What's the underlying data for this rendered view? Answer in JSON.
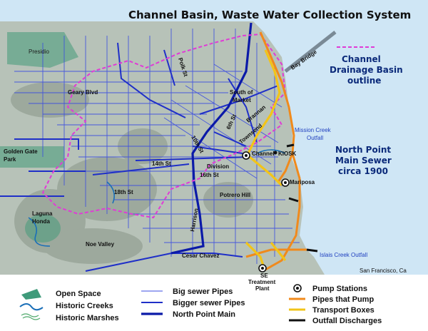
{
  "title": "Channel Basin, Waste Water Collection System",
  "colors": {
    "bay": "#cfe6f5",
    "land": "#b9c4b9",
    "hills": "#8f9a8f",
    "big_pipe": "#3b4de0",
    "bigger_pipe": "#2233cc",
    "north_point_main": "#0b1aa8",
    "pipes_that_pump": "#f08a1c",
    "transport_boxes": "#f2c418",
    "outfall": "#111111",
    "basin_outline": "#e03bd6",
    "open_space": "#3f9a7a",
    "creek": "#1a6fb8"
  },
  "legend": {
    "open_space": "Open Space",
    "historic_creeks": "Historic Creeks",
    "historic_marshes": "Historic Marshes",
    "big_sewer_pipes": "Big sewer Pipes",
    "bigger_sewer_pipes": "Bigger sewer Pipes",
    "north_point_main": "North Point Main",
    "pump_stations": "Pump Stations",
    "pipes_that_pump": "Pipes that Pump",
    "transport_boxes": "Transport Boxes",
    "outfall_discharges": "Outfall Discharges"
  },
  "basin_legend": {
    "line1": "Channel",
    "line2": "Drainage Basin",
    "line3": "outline"
  },
  "north_point_note": {
    "line1": "North Point",
    "line2": "Main Sewer",
    "line3": "circa 1900"
  },
  "places": {
    "presidio": "Presidio",
    "geary": "Geary Blvd",
    "golden_gate_1": "Golden Gate",
    "golden_gate_2": "Park",
    "laguna_1": "Laguna",
    "laguna_2": "Honda",
    "polk": "Polk St",
    "som_1": "South of",
    "som_2": "Market",
    "sixth": "6th St",
    "brannan": "Brannan",
    "townsend": "Townsend",
    "tenth": "10th St",
    "fourteenth": "14th St",
    "division": "Division",
    "sixteenth": "16th St",
    "eighteenth": "18th St",
    "potrero": "Potrero Hill",
    "harrison": "Harrison",
    "noe": "Noe Valley",
    "cesar": "Cesar Chavez",
    "bay_bridge": "Bay Bridge",
    "mission_outfall_1": "Mission Creek",
    "mission_outfall_2": "Outfall",
    "islais": "Islais Creek Outfall",
    "credit": "San Francisco, Ca"
  },
  "stations": {
    "channel": "Channel",
    "kiosk": "KIOSK",
    "mariposa": "Mariposa",
    "se_1": "SE",
    "se_2": "Treatment",
    "se_3": "Plant"
  }
}
